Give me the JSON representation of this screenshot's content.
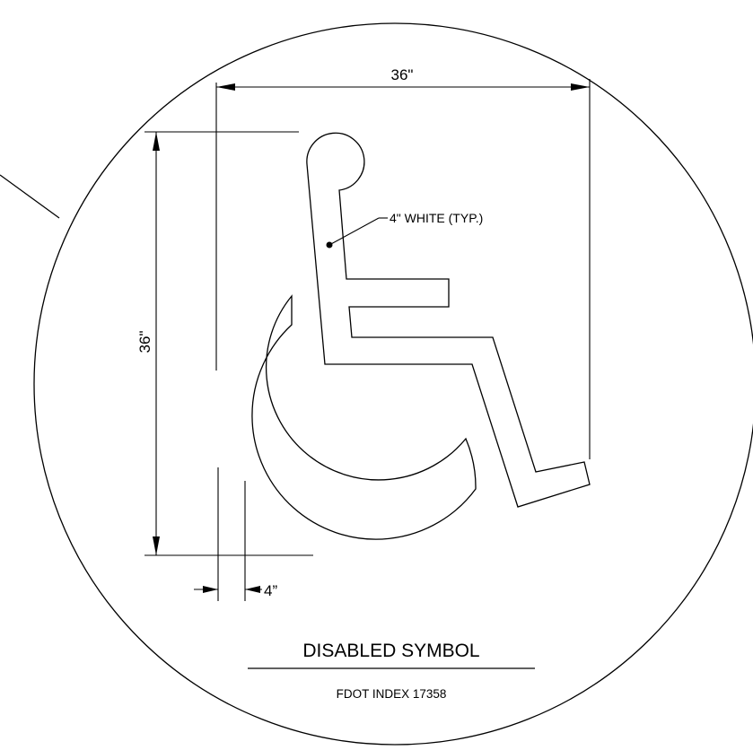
{
  "dimensions": {
    "width_label": "36\"",
    "height_label": "36\"",
    "stroke_width_label": "4”"
  },
  "callout": {
    "label": "4\" WHITE (TYP.)"
  },
  "title_block": {
    "title": "DISABLED SYMBOL",
    "subtitle": "FDOT INDEX 17358"
  },
  "colors": {
    "line": "#000000",
    "background": "#ffffff"
  }
}
